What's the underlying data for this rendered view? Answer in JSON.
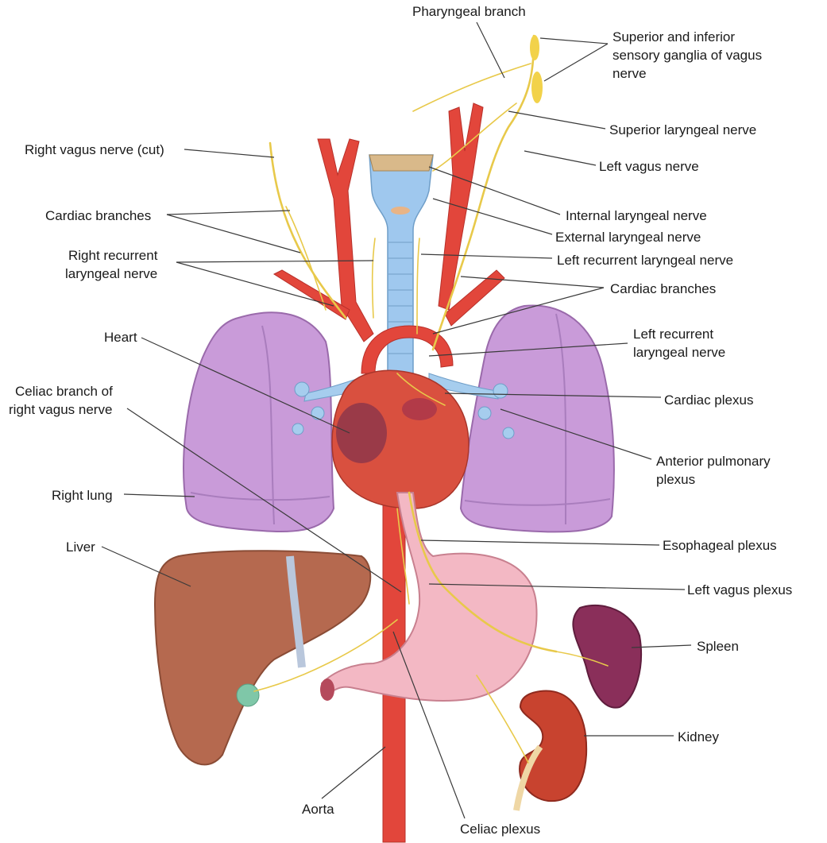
{
  "labels": {
    "pharyngeal_branch": "Pharyngeal branch",
    "sensory_ganglia_1": "Superior and inferior",
    "sensory_ganglia_2": "sensory ganglia of vagus",
    "sensory_ganglia_3": "nerve",
    "superior_laryngeal": "Superior laryngeal nerve",
    "left_vagus": "Left vagus nerve",
    "right_vagus_cut": "Right vagus nerve (cut)",
    "cardiac_branches_right": "Cardiac branches",
    "internal_laryngeal": "Internal laryngeal nerve",
    "external_laryngeal": "External laryngeal nerve",
    "right_recurrent_1": "Right recurrent",
    "right_recurrent_2": "laryngeal nerve",
    "left_recurrent_laryngeal": "Left recurrent laryngeal nerve",
    "cardiac_branches_left": "Cardiac branches",
    "heart": "Heart",
    "left_recurrent_2_line1": "Left recurrent",
    "left_recurrent_2_line2": "laryngeal nerve",
    "celiac_branch_1": "Celiac branch of",
    "celiac_branch_2": "right vagus nerve",
    "cardiac_plexus": "Cardiac plexus",
    "anterior_pulmonary_1": "Anterior pulmonary",
    "anterior_pulmonary_2": "plexus",
    "right_lung": "Right lung",
    "esophageal_plexus": "Esophageal plexus",
    "liver": "Liver",
    "left_vagus_plexus": "Left vagus plexus",
    "spleen": "Spleen",
    "kidney": "Kidney",
    "aorta": "Aorta",
    "celiac_plexus": "Celiac plexus"
  },
  "colors": {
    "nerve": "#e8c94a",
    "artery": "#e2463b",
    "lung": "#c89ad8",
    "liver": "#b5694f",
    "stomach": "#f3b8c4",
    "spleen": "#8a2f5a",
    "kidney": "#c8432f",
    "trachea": "#9fc8ee",
    "heart": "#d9503f"
  }
}
